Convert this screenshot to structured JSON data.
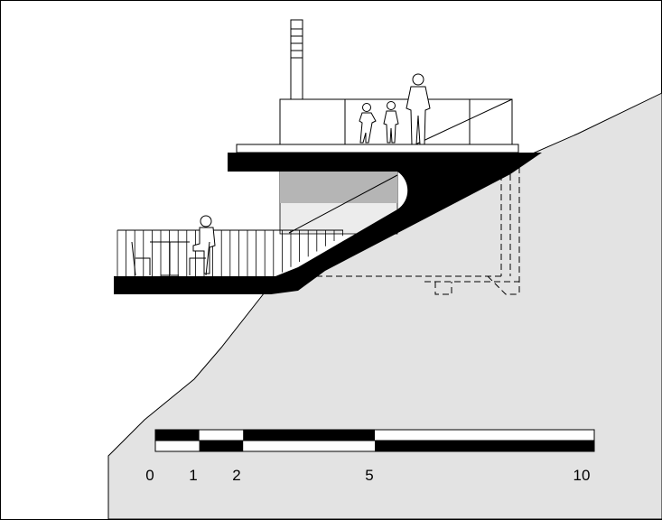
{
  "colors": {
    "ground": "#e3e3e3",
    "structure": "#000000",
    "interior_band": "#b5b5b5",
    "interior": "#ececec",
    "line": "#000000",
    "paper": "#ffffff"
  },
  "scale_bar": {
    "tick_labels": [
      "0",
      "1",
      "2",
      "5",
      "10"
    ],
    "tick_values": [
      0,
      1,
      2,
      5,
      10
    ],
    "max_value": 10
  }
}
